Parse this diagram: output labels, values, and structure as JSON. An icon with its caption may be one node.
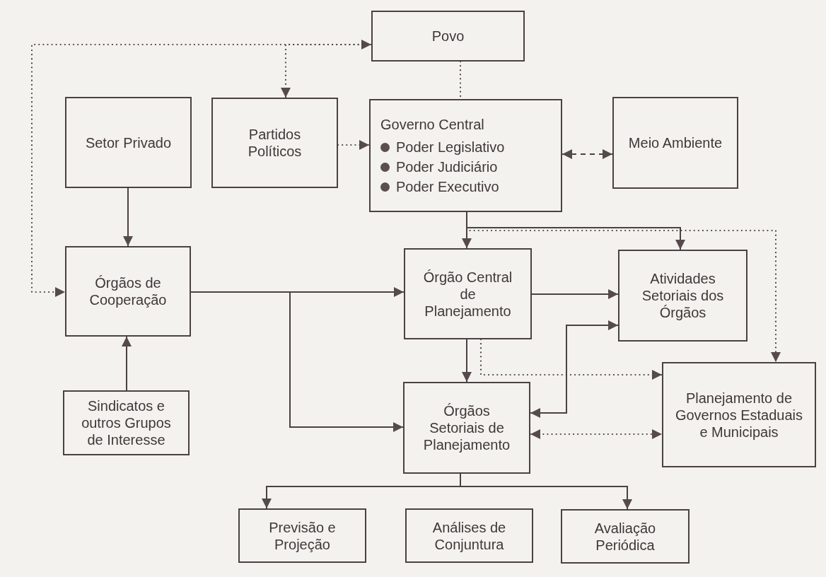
{
  "diagram": {
    "nodes": [
      {
        "text": [
          "Povo"
        ]
      },
      {
        "text": [
          "Setor Privado"
        ]
      },
      {
        "text": [
          "Partidos Políticos"
        ]
      },
      {
        "text": [
          "Governo Central",
          "Poder Legislativo",
          "Poder Judiciário",
          "Poder Executivo"
        ]
      },
      {
        "text": [
          "Meio Ambiente"
        ]
      },
      {
        "text": [
          "Órgãos de Cooperação"
        ]
      },
      {
        "text": [
          "Órgão Central de Planejamento"
        ]
      },
      {
        "text": [
          "Atividades Setoriais dos Órgãos"
        ]
      },
      {
        "text": [
          "Sindicatos e outros Grupos de Interesse"
        ]
      },
      {
        "text": [
          "Órgãos Setoriais de Planejamento"
        ]
      },
      {
        "text": [
          "Planejamento de Governos Estaduais e Municipais"
        ]
      },
      {
        "text": [
          "Previsão e Projeção"
        ]
      },
      {
        "text": [
          "Análises de Conjuntura"
        ]
      },
      {
        "text": [
          "Avaliação Periódica"
        ]
      }
    ],
    "edges": [
      {
        "from": 0,
        "to": 2,
        "arrow": "both",
        "style": "dashed"
      },
      {
        "from": 0,
        "to": 5,
        "arrow": "to",
        "style": "dashed"
      },
      {
        "from": 0,
        "to": 3,
        "arrow": "none",
        "style": "dashed"
      },
      {
        "from": 2,
        "to": 3,
        "arrow": "to",
        "style": "dashed"
      },
      {
        "from": 3,
        "to": 4,
        "arrow": "both",
        "style": "dashed"
      },
      {
        "from": 1,
        "to": 5,
        "arrow": "to"
      },
      {
        "from": 8,
        "to": 5,
        "arrow": "to"
      },
      {
        "from": 3,
        "to": 6,
        "arrow": "to"
      },
      {
        "from": 3,
        "to": 7,
        "arrow": "to"
      },
      {
        "from": 3,
        "to": 10,
        "arrow": "to",
        "style": "dashed"
      },
      {
        "from": 5,
        "to": 6,
        "arrow": "to"
      },
      {
        "from": 5,
        "to": 9,
        "arrow": "to"
      },
      {
        "from": 6,
        "to": 7,
        "arrow": "to"
      },
      {
        "from": 6,
        "to": 9,
        "arrow": "to"
      },
      {
        "from": 6,
        "to": 10,
        "arrow": "to",
        "style": "dashed"
      },
      {
        "from": 9,
        "to": 7,
        "arrow": "both"
      },
      {
        "from": 9,
        "to": 10,
        "arrow": "both",
        "style": "dashed"
      },
      {
        "from": 9,
        "to": 11,
        "arrow": "to"
      },
      {
        "from": 9,
        "to": 13,
        "arrow": "to"
      }
    ]
  }
}
